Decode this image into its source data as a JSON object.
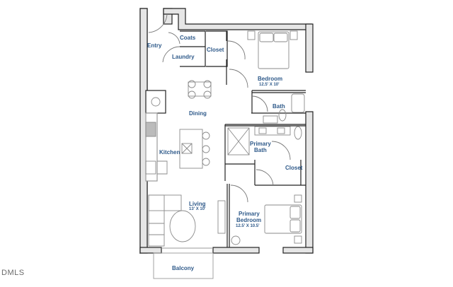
{
  "plan": {
    "type": "apartment-floor-plan",
    "rooms": [
      {
        "id": "entry",
        "label": "Entry"
      },
      {
        "id": "coats",
        "label": "Coats"
      },
      {
        "id": "laundry",
        "label": "Laundry"
      },
      {
        "id": "closet1",
        "label": "Closet"
      },
      {
        "id": "bedroom",
        "label": "Bedroom",
        "dimensions": "12.5' X 10'"
      },
      {
        "id": "dining",
        "label": "Dining"
      },
      {
        "id": "bath",
        "label": "Bath"
      },
      {
        "id": "kitchen",
        "label": "Kitchen"
      },
      {
        "id": "primary_bath",
        "label": "Primary Bath",
        "label_line1": "Primary",
        "label_line2": "Bath"
      },
      {
        "id": "closet2",
        "label": "Closet"
      },
      {
        "id": "living",
        "label": "Living",
        "dimensions": "13' X 10'"
      },
      {
        "id": "primary_bedroom",
        "label": "Primary Bedroom",
        "label_line1": "Primary",
        "label_line2": "Bedroom",
        "dimensions": "12.5' X 10.5'"
      },
      {
        "id": "balcony",
        "label": "Balcony"
      }
    ],
    "colors": {
      "label": "#2f5a8a",
      "wall_fill": "#e6e6e6",
      "wall_stroke": "#222222",
      "fixture_stroke": "#8a8a8a"
    }
  },
  "watermark": "DMLS"
}
